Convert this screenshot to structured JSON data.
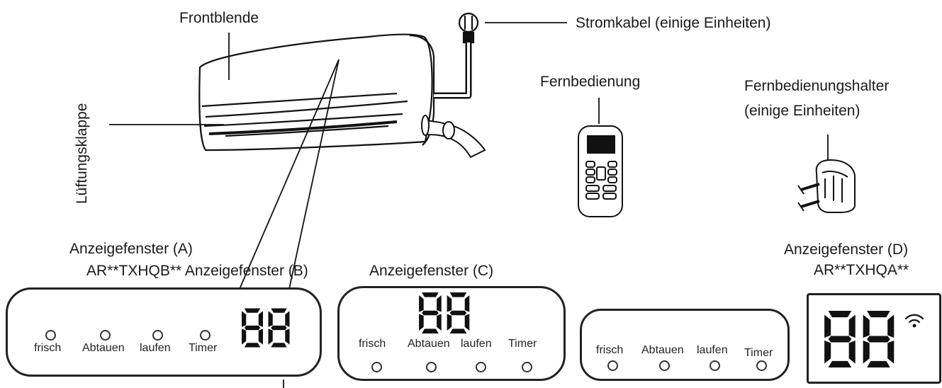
{
  "labels": {
    "front_panel": "Frontblende",
    "power_cable": "Stromkabel (einige Einheiten)",
    "remote": "Fernbedienung",
    "holder_line1": "Fernbedienungshalter",
    "holder_line2": "(einige Einheiten)",
    "louver": "Lüftungsklappe",
    "display_a": "Anzeigefenster (A)",
    "model_b": "AR**TXHQB** Anzeigefenster (B)",
    "display_c": "Anzeigefenster (C)",
    "display_d": "Anzeigefenster (D)",
    "model_d": "AR**TXHQA**"
  },
  "indicators": [
    "frisch",
    "Abtauen",
    "laufen",
    "Timer"
  ],
  "icons": [
    "wifi-icon",
    "seven-segment-display-icon"
  ]
}
